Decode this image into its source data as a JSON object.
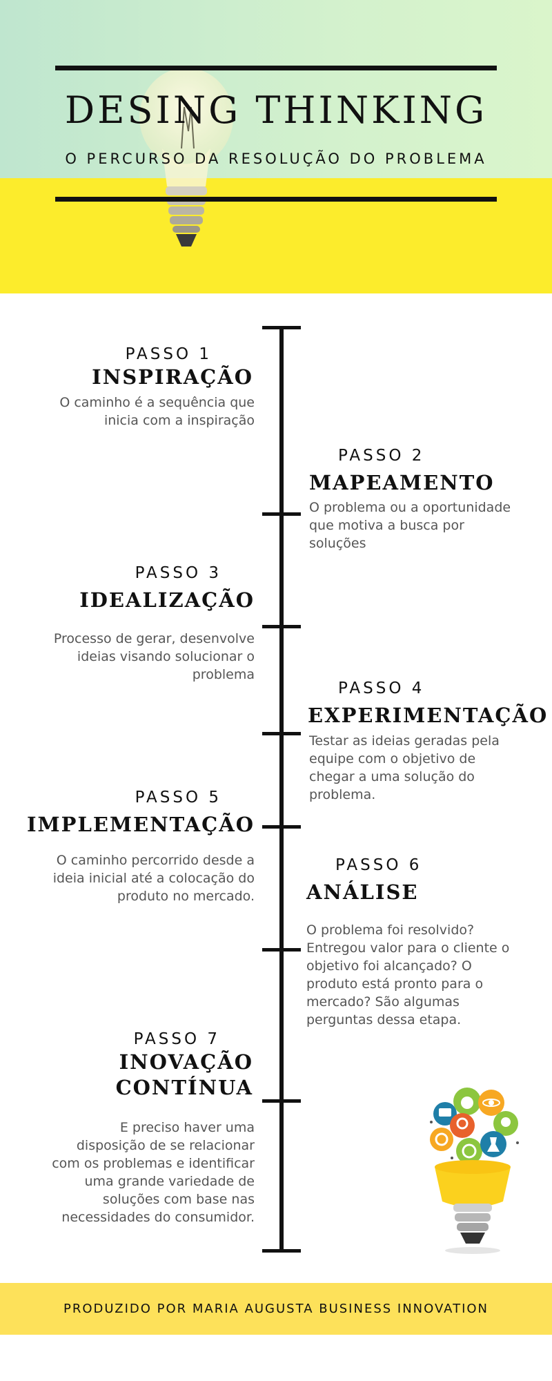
{
  "header": {
    "title": "DESING THINKING",
    "subtitle": "O PERCURSO DA RESOLUÇÃO DO PROBLEMA"
  },
  "steps": [
    {
      "number": "PASSO 1",
      "title": "INSPIRAÇÃO",
      "description": "O caminho é a sequência que inicia com a inspiração"
    },
    {
      "number": "PASSO 2",
      "title": "MAPEAMENTO",
      "description": "O problema ou a oportunidade que motiva a busca por soluções"
    },
    {
      "number": "PASSO 3",
      "title": "IDEALIZAÇÃO",
      "description": "Processo de gerar, desenvolve ideias visando solucionar o problema"
    },
    {
      "number": "PASSO 4",
      "title": "EXPERIMENTAÇÃO",
      "description": "Testar as ideias geradas pela equipe com o objetivo de chegar a uma solução do problema."
    },
    {
      "number": "PASSO 5",
      "title": "IMPLEMENTAÇÃO",
      "description": "O caminho percorrido desde a ideia inicial até a colocação do produto no mercado."
    },
    {
      "number": "PASSO 6",
      "title": "ANÁLISE",
      "description": "O problema foi resolvido? Entregou valor para o cliente o objetivo foi alcançado? O produto está pronto para o mercado? São algumas perguntas dessa etapa."
    },
    {
      "number": "PASSO 7",
      "title": "INOVAÇÃO CONTÍNUA",
      "description": "E preciso haver uma disposição de se relacionar com os problemas e identificar uma grande variedade de soluções com base nas necessidades do consumidor."
    }
  ],
  "footer": {
    "text": "PRODUZIDO POR MARIA AUGUSTA BUSINESS INNOVATION"
  },
  "colors": {
    "header_green": "#d3f1cd",
    "header_yellow": "#fcec2c",
    "footer_yellow": "#fde15a",
    "ink": "#111111",
    "body_text": "#555555"
  },
  "icons": [
    "light-bulb-photo",
    "innovation-bulb-icon"
  ]
}
